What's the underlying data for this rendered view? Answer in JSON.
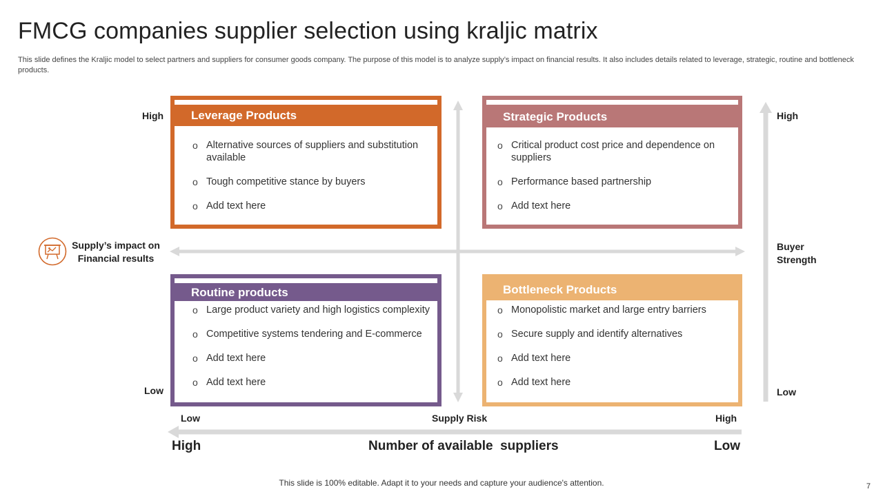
{
  "title": "FMCG companies supplier selection using kraljic matrix",
  "subtitle": "This slide defines the Kraljic model to select partners and suppliers for consumer goods company. The purpose of this model is to analyze supply’s impact on financial results. It also includes details related to leverage, strategic, routine and bottleneck products.",
  "quadrants": {
    "leverage": {
      "title": "Leverage Products",
      "items": [
        "Alternative sources of suppliers and substitution available",
        "Tough competitive stance by buyers",
        "Add text here"
      ],
      "color": "#d2692a"
    },
    "strategic": {
      "title": "Strategic Products",
      "items": [
        "Critical product cost price and dependence on suppliers",
        "Performance based partnership",
        "Add text here"
      ],
      "color": "#b97777"
    },
    "routine": {
      "title": "Routine products",
      "items": [
        "Large product variety and high logistics complexity",
        "Competitive systems tendering and E-commerce",
        "Add text here",
        "Add text here"
      ],
      "color": "#755a8c"
    },
    "bottleneck": {
      "title": "Bottleneck Products",
      "items": [
        "Monopolistic market and large entry barriers",
        "Secure supply and identify alternatives",
        "Add text here",
        "Add text here"
      ],
      "color": "#ecb372"
    }
  },
  "bullet": "o",
  "axes": {
    "left_high": "High",
    "left_low": "Low",
    "left_axis_line1": "Supply’s impact on",
    "left_axis_line2": "Financial results",
    "right_high": "High",
    "right_low": "Low",
    "right_axis_line1": "Buyer",
    "right_axis_line2": "Strength",
    "risk_low": "Low",
    "risk_label": "Supply Risk",
    "risk_high": "High",
    "suppliers_high": "High",
    "suppliers_label": "Number of available  suppliers",
    "suppliers_low": "Low"
  },
  "footer": "This slide is 100% editable. Adapt it to your needs and capture your audience's attention.",
  "page_number": "7",
  "icon": "presentation-board-icon",
  "accent_color": "#d2692a",
  "arrow_color": "#d9d9d9"
}
